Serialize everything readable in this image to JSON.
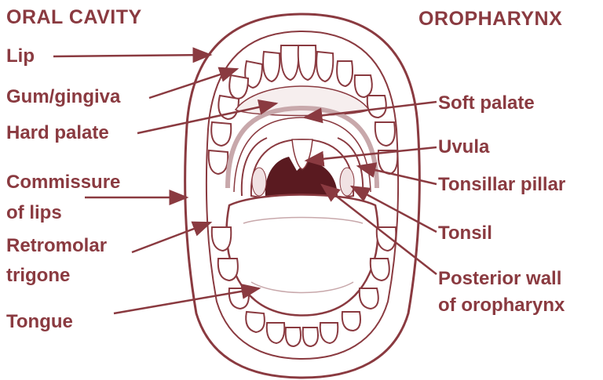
{
  "palette": {
    "ink": "#8a3a40",
    "dark_fill": "#5a1a20",
    "pale_fill": "#e9dcdd"
  },
  "headers": {
    "left": "ORAL CAVITY",
    "right": "OROPHARYNX"
  },
  "left_labels": {
    "lip": "Lip",
    "gum": "Gum/gingiva",
    "hard_palate": "Hard palate",
    "commissure_1": "Commissure",
    "commissure_2": "of lips",
    "retromolar_1": "Retromolar",
    "retromolar_2": "trigone",
    "tongue": "Tongue"
  },
  "right_labels": {
    "soft_palate": "Soft palate",
    "uvula": "Uvula",
    "tonsillar_pillar": "Tonsillar pillar",
    "tonsil": "Tonsil",
    "posterior_1": "Posterior wall",
    "posterior_2": "of oropharynx"
  }
}
